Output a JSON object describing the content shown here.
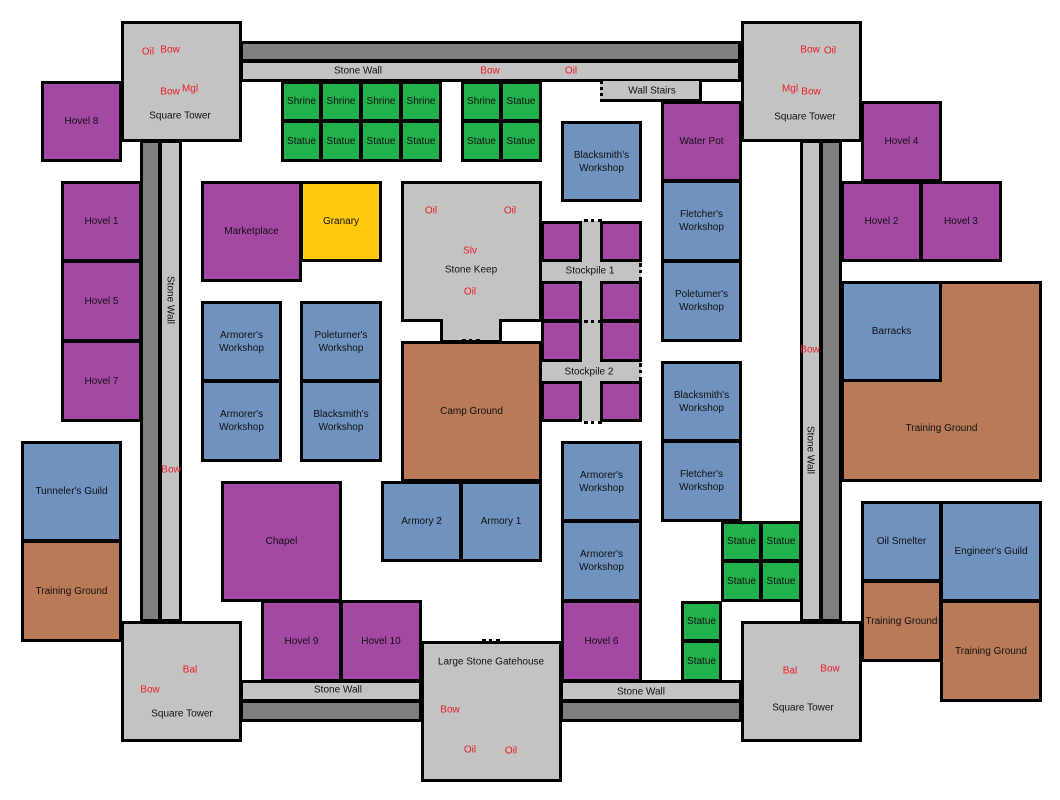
{
  "title": "Castle Layout",
  "walls": [
    {
      "label": "Stone Wall"
    },
    {
      "label": "Stone Wall"
    },
    {
      "label": "Stone Wall"
    },
    {
      "label": "Stone Wall"
    },
    {
      "label": "Stone Wall"
    }
  ],
  "structures": [
    {
      "label": "Square Tower"
    },
    {
      "label": "Square Tower"
    },
    {
      "label": "Square Tower"
    },
    {
      "label": "Square Tower"
    },
    {
      "label": "Large Stone Gatehouse"
    },
    {
      "label": "Stone Keep"
    },
    {
      "label": "Wall Stairs"
    },
    {
      "label": "Stockpile 1"
    },
    {
      "label": "Stockpile 2"
    }
  ],
  "buildings": [
    {
      "label": "Hovel 8",
      "kind": "purple"
    },
    {
      "label": "Hovel 1",
      "kind": "purple"
    },
    {
      "label": "Hovel 5",
      "kind": "purple"
    },
    {
      "label": "Hovel 7",
      "kind": "purple"
    },
    {
      "label": "Tunneler's Guild",
      "kind": "blue"
    },
    {
      "label": "Training Ground",
      "kind": "brown"
    },
    {
      "label": "Marketplace",
      "kind": "purple"
    },
    {
      "label": "Granary",
      "kind": "gold"
    },
    {
      "label": "Armorer's Workshop",
      "kind": "blue"
    },
    {
      "label": "Armorer's Workshop",
      "kind": "blue"
    },
    {
      "label": "Poleturner's Workshop",
      "kind": "blue"
    },
    {
      "label": "Blacksmith's Workshop",
      "kind": "blue"
    },
    {
      "label": "Chapel",
      "kind": "purple"
    },
    {
      "label": "Hovel 9",
      "kind": "purple"
    },
    {
      "label": "Hovel 10",
      "kind": "purple"
    },
    {
      "label": "Armory 2",
      "kind": "blue"
    },
    {
      "label": "Armory 1",
      "kind": "blue"
    },
    {
      "label": "Camp Ground",
      "kind": "brown"
    },
    {
      "label": "Blacksmith's Workshop",
      "kind": "blue"
    },
    {
      "label": "Armorer's Workshop",
      "kind": "blue"
    },
    {
      "label": "Armorer's Workshop",
      "kind": "blue"
    },
    {
      "label": "Hovel 6",
      "kind": "purple"
    },
    {
      "label": "Water Pot",
      "kind": "purple"
    },
    {
      "label": "Fletcher's Workshop",
      "kind": "blue"
    },
    {
      "label": "Poleturner's Workshop",
      "kind": "blue"
    },
    {
      "label": "Blacksmith's Workshop",
      "kind": "blue"
    },
    {
      "label": "Fletcher's Workshop",
      "kind": "blue"
    },
    {
      "label": "Hovel 4",
      "kind": "purple"
    },
    {
      "label": "Hovel 2",
      "kind": "purple"
    },
    {
      "label": "Hovel 3",
      "kind": "purple"
    },
    {
      "label": "Training Ground",
      "kind": "brown"
    },
    {
      "label": "Barracks",
      "kind": "blue"
    },
    {
      "label": "Oil Smelter",
      "kind": "blue"
    },
    {
      "label": "Training Ground",
      "kind": "brown"
    },
    {
      "label": "Engineer's Guild",
      "kind": "blue"
    },
    {
      "label": "Training Ground",
      "kind": "brown"
    },
    {
      "label": "Shrine",
      "kind": "green"
    },
    {
      "label": "Shrine",
      "kind": "green"
    },
    {
      "label": "Shrine",
      "kind": "green"
    },
    {
      "label": "Shrine",
      "kind": "green"
    },
    {
      "label": "Statue",
      "kind": "green"
    },
    {
      "label": "Statue",
      "kind": "green"
    },
    {
      "label": "Statue",
      "kind": "green"
    },
    {
      "label": "Statue",
      "kind": "green"
    },
    {
      "label": "Shrine",
      "kind": "green"
    },
    {
      "label": "Statue",
      "kind": "green"
    },
    {
      "label": "Statue",
      "kind": "green"
    },
    {
      "label": "Statue",
      "kind": "green"
    },
    {
      "label": "Statue",
      "kind": "green"
    },
    {
      "label": "Statue",
      "kind": "green"
    },
    {
      "label": "Statue",
      "kind": "green"
    },
    {
      "label": "Statue",
      "kind": "green"
    },
    {
      "label": "Statue",
      "kind": "green"
    },
    {
      "label": "Statue",
      "kind": "green"
    },
    {
      "label": "",
      "kind": "purple"
    },
    {
      "label": "",
      "kind": "purple"
    },
    {
      "label": "",
      "kind": "purple"
    },
    {
      "label": "",
      "kind": "purple"
    },
    {
      "label": "",
      "kind": "purple"
    },
    {
      "label": "",
      "kind": "purple"
    },
    {
      "label": "",
      "kind": "purple"
    },
    {
      "label": "",
      "kind": "purple"
    }
  ],
  "markers": [
    {
      "text": "Oil"
    },
    {
      "text": "Bow"
    },
    {
      "text": "Bow"
    },
    {
      "text": "Mgl"
    },
    {
      "text": "Bow"
    },
    {
      "text": "Oil"
    },
    {
      "text": "Mgl"
    },
    {
      "text": "Bow"
    },
    {
      "text": "Bal"
    },
    {
      "text": "Bow"
    },
    {
      "text": "Bal"
    },
    {
      "text": "Bow"
    },
    {
      "text": "Bow"
    },
    {
      "text": "Oil"
    },
    {
      "text": "Oil"
    },
    {
      "text": "Oil"
    },
    {
      "text": "Oil"
    },
    {
      "text": "Slv"
    },
    {
      "text": "Oil"
    },
    {
      "text": "Bow"
    },
    {
      "text": "Oil"
    },
    {
      "text": "Bow"
    },
    {
      "text": "Bow"
    }
  ],
  "colors": {
    "dwelling": "#a349a4",
    "workshop": "#7092be",
    "ground": "#b97a57",
    "decor": "#22b14c",
    "food": "#ffc90e",
    "stone": "#c3c3c3",
    "wall_outer": "#7f7f7f",
    "weapon_marker": "#ed1c24"
  }
}
